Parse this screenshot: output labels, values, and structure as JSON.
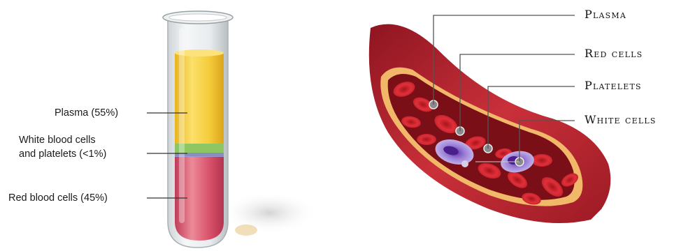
{
  "test_tube_labels": {
    "plasma": "Plasma (55%)",
    "buffy_line1": "White blood cells",
    "buffy_line2": "and platelets (<1%)",
    "red": "Red blood cells (45%)"
  },
  "vessel_labels": {
    "plasma": "Plasma",
    "red_cells": "Red Cells",
    "platelets": "Platelets",
    "white_cells": "White Cells"
  },
  "colors": {
    "plasma": "#f5cc3a",
    "buffy_coat": "#7fbf5a",
    "red_blood": "#d9536b",
    "vessel_wall": "#b3202a",
    "red_cell": "#e0303a",
    "white_cell": "#9a7fd6",
    "leader_line": "#444444"
  },
  "layer_fractions": {
    "plasma": 0.55,
    "buffy_coat": 0.01,
    "red_blood_cells": 0.45
  }
}
